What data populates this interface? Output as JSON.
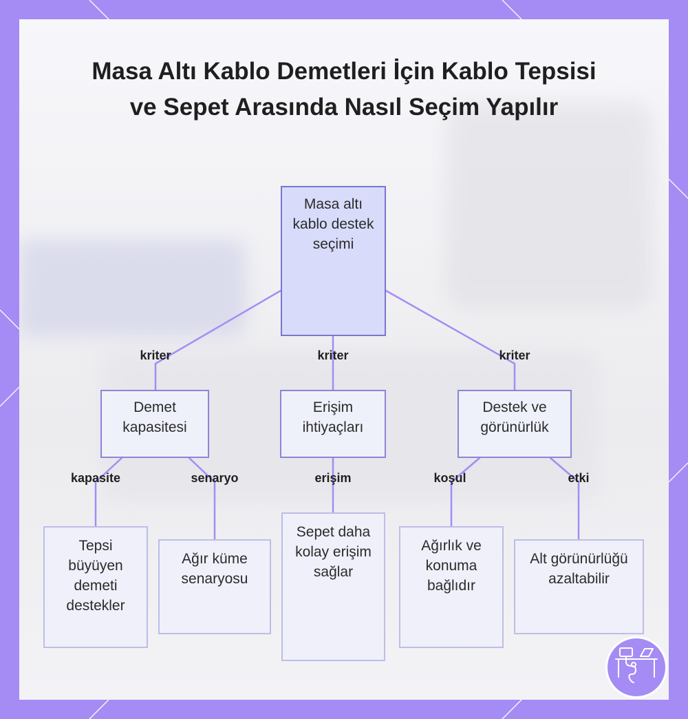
{
  "title": "Masa Altı Kablo Demetleri İçin Kablo Tepsisi ve Sepet Arasında Nasıl Seçim Yapılır",
  "nodes": {
    "root": "Masa altı kablo destek seçimi",
    "capacity": "Demet kapasitesi",
    "access": "Erişim ihtiyaçları",
    "support": "Destek ve görünürlük",
    "tray_growth": "Tepsi büyüyen demeti destekler",
    "heavy": "Ağır küme senaryosu",
    "basket_access": "Sepet daha kolay erişim sağlar",
    "weight": "Ağırlık ve konuma bağlıdır",
    "visibility": "Alt görünürlüğü azaltabilir"
  },
  "edges": {
    "criterion_1": "kriter",
    "criterion_2": "kriter",
    "criterion_3": "kriter",
    "capacity": "kapasite",
    "scenario": "senaryo",
    "access": "erişim",
    "condition": "koşul",
    "effect": "etki"
  },
  "colors": {
    "frame": "#a48cf4",
    "edge": "#a48cf4",
    "node_border": "#8c84d6",
    "root_fill": "#d6dafa"
  },
  "icons": {
    "logo": "desk-cable-icon"
  }
}
